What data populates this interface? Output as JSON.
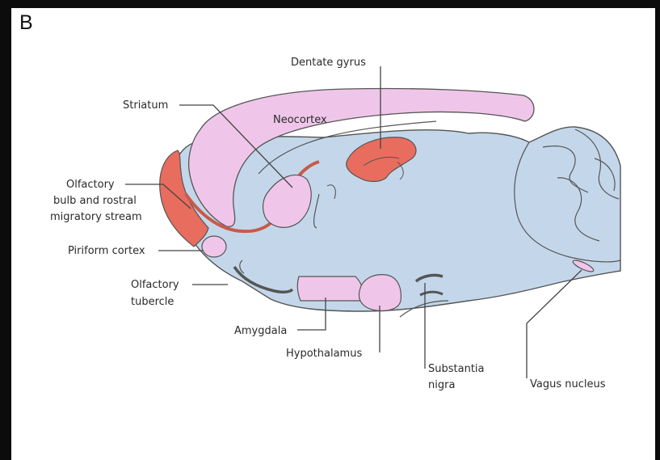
{
  "panel_label": "B",
  "labels": {
    "dentate_gyrus": "Dentate gyrus",
    "striatum": "Striatum",
    "neocortex": "Neocortex",
    "olfactory_bulb": [
      "Olfactory",
      "bulb and rostral",
      "migratory stream"
    ],
    "piriform_cortex": "Piriform cortex",
    "olfactory_tubercle": [
      "Olfactory",
      "tubercle"
    ],
    "amygdala": "Amygdala",
    "hypothalamus": "Hypothalamus",
    "substantia_nigra": [
      "Substantia",
      "nigra"
    ],
    "vagus_nucleus": "Vagus nucleus"
  },
  "colors": {
    "background": "#0c0c0c",
    "panel": "#ffffff",
    "brain_blue": "#c4d7ea",
    "region_pink": "#efc6ea",
    "region_red": "#e86d5e",
    "outline": "#555555"
  }
}
